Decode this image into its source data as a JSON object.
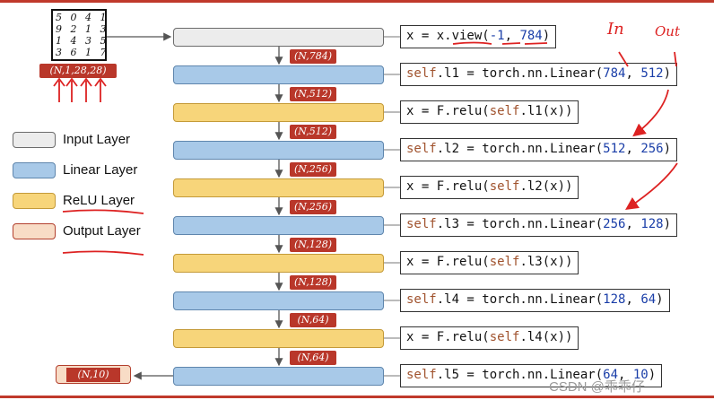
{
  "mnist": {
    "rows": [
      "5 0 4 1",
      "9 2 1 3",
      "1 4 3 5",
      "3 6 1 7"
    ],
    "shape": "(N,1,28,28)"
  },
  "legend": [
    {
      "label": "Input Layer",
      "color": "#ececec"
    },
    {
      "label": "Linear Layer",
      "color": "#a8c9e8"
    },
    {
      "label": "ReLU Layer",
      "color": "#f7d57a"
    },
    {
      "label": "Output Layer",
      "color": "#f8dcc6"
    }
  ],
  "dims": [
    "(N,784)",
    "(N,512)",
    "(N,512)",
    "(N,256)",
    "(N,256)",
    "(N,128)",
    "(N,128)",
    "(N,64)",
    "(N,64)"
  ],
  "output_shape": "(N,10)",
  "code": {
    "c0": {
      "a": "x = x.view(",
      "b": "-1",
      "c": ", ",
      "d": "784",
      "e": ")"
    },
    "c1": {
      "a": "self",
      "b": ".l1 = torch.nn.Linear(",
      "c": "784",
      "d": ", ",
      "e": "512",
      "f": ")"
    },
    "c2": {
      "a": "x = F.relu(",
      "b": "self",
      "c": ".l1(x))"
    },
    "c3": {
      "a": "self",
      "b": ".l2 = torch.nn.Linear(",
      "c": "512",
      "d": ", ",
      "e": "256",
      "f": ")"
    },
    "c4": {
      "a": "x = F.relu(",
      "b": "self",
      "c": ".l2(x))"
    },
    "c5": {
      "a": "self",
      "b": ".l3 = torch.nn.Linear(",
      "c": "256",
      "d": ", ",
      "e": "128",
      "f": ")"
    },
    "c6": {
      "a": "x = F.relu(",
      "b": "self",
      "c": ".l3(x))"
    },
    "c7": {
      "a": "self",
      "b": ".l4 = torch.nn.Linear(",
      "c": "128",
      "d": ", ",
      "e": "64",
      "f": ")"
    },
    "c8": {
      "a": "x = F.relu(",
      "b": "self",
      "c": ".l4(x))"
    },
    "c9": {
      "a": "self",
      "b": ".l5 = torch.nn.Linear(",
      "c": "64",
      "d": ", ",
      "e": "10",
      "f": ")"
    }
  },
  "annotations": {
    "in": "In",
    "out": "Out"
  },
  "watermark": "CSDN @乖乖仔"
}
